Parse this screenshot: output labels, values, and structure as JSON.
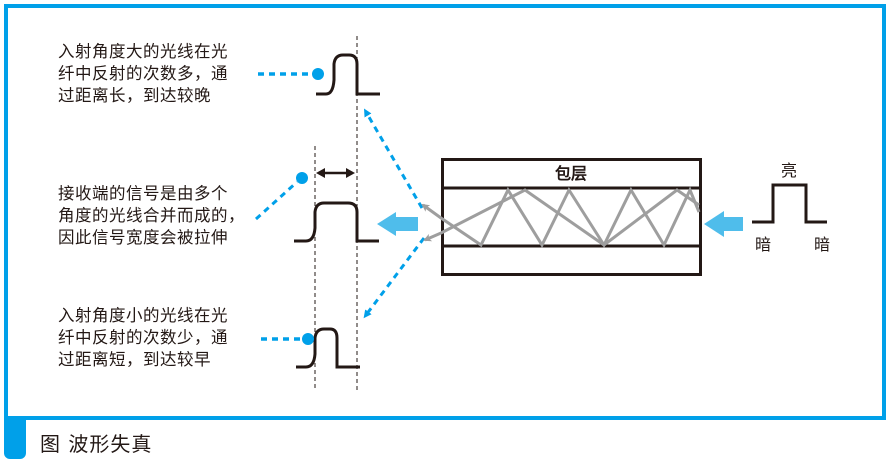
{
  "figure": {
    "caption": "图 波形失真",
    "colors": {
      "frame": "#00A0E9",
      "callout": "#00A0E9",
      "flow_arrow": "#4FBDEB",
      "ray": "#9E9E9E",
      "line": "#231815"
    }
  },
  "notes": {
    "late": {
      "lines": [
        "入射角度大的光线在光",
        "纤中反射的次数多，通",
        "过距离长，到达较晚"
      ]
    },
    "stretched": {
      "lines": [
        "接收端的信号是由多个",
        "角度的光线合并而成的，",
        "因此信号宽度会被拉伸"
      ]
    },
    "early": {
      "lines": [
        "入射角度小的光线在光",
        "纤中反射的次数少，通",
        "过距离短，到达较早"
      ]
    }
  },
  "fiber": {
    "cladding_label": "包层"
  },
  "input_signal": {
    "high_label": "亮",
    "low_left_label": "暗",
    "low_right_label": "暗"
  },
  "icons": {
    "input_arrow": "arrow-left-icon",
    "output_arrow": "arrow-left-icon",
    "width_indicator": "double-arrow-icon"
  }
}
